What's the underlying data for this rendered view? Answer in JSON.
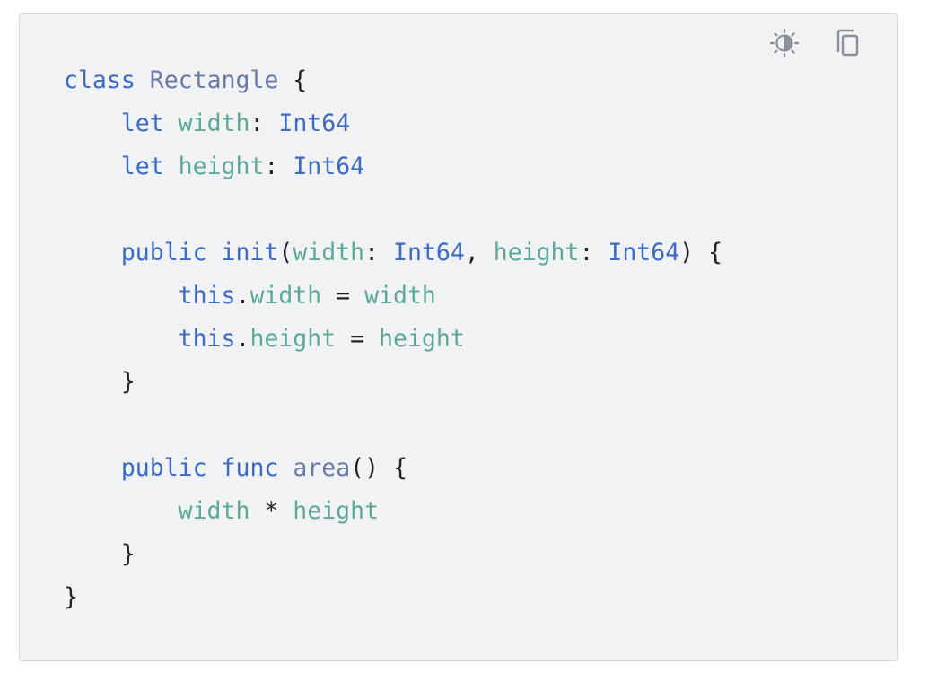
{
  "toolbar": {
    "theme_toggle_icon": "contrast-icon",
    "copy_icon": "copy-icon",
    "icon_color": "#8a8f98"
  },
  "colors": {
    "background": "#f1f2f4",
    "border": "#d4d6da",
    "keyword": "#3e6ac3",
    "class_name": "#6b7aa6",
    "identifier": "#5ea89a",
    "punctuation": "#1f2328"
  },
  "code": {
    "lines": [
      [
        {
          "t": "class",
          "k": "keyword"
        },
        {
          "t": " ",
          "k": "punct"
        },
        {
          "t": "Rectangle",
          "k": "class"
        },
        {
          "t": " {",
          "k": "punct"
        }
      ],
      [
        {
          "t": "    ",
          "k": "punct"
        },
        {
          "t": "let",
          "k": "keyword"
        },
        {
          "t": " ",
          "k": "punct"
        },
        {
          "t": "width",
          "k": "var"
        },
        {
          "t": ": ",
          "k": "punct"
        },
        {
          "t": "Int64",
          "k": "type"
        }
      ],
      [
        {
          "t": "    ",
          "k": "punct"
        },
        {
          "t": "let",
          "k": "keyword"
        },
        {
          "t": " ",
          "k": "punct"
        },
        {
          "t": "height",
          "k": "var"
        },
        {
          "t": ": ",
          "k": "punct"
        },
        {
          "t": "Int64",
          "k": "type"
        }
      ],
      [],
      [
        {
          "t": "    ",
          "k": "punct"
        },
        {
          "t": "public",
          "k": "keyword"
        },
        {
          "t": " ",
          "k": "punct"
        },
        {
          "t": "init",
          "k": "keyword"
        },
        {
          "t": "(",
          "k": "punct"
        },
        {
          "t": "width",
          "k": "var"
        },
        {
          "t": ": ",
          "k": "punct"
        },
        {
          "t": "Int64",
          "k": "type"
        },
        {
          "t": ", ",
          "k": "punct"
        },
        {
          "t": "height",
          "k": "var"
        },
        {
          "t": ": ",
          "k": "punct"
        },
        {
          "t": "Int64",
          "k": "type"
        },
        {
          "t": ") {",
          "k": "punct"
        }
      ],
      [
        {
          "t": "        ",
          "k": "punct"
        },
        {
          "t": "this",
          "k": "keyword"
        },
        {
          "t": ".",
          "k": "punct"
        },
        {
          "t": "width",
          "k": "var"
        },
        {
          "t": " = ",
          "k": "punct"
        },
        {
          "t": "width",
          "k": "var"
        }
      ],
      [
        {
          "t": "        ",
          "k": "punct"
        },
        {
          "t": "this",
          "k": "keyword"
        },
        {
          "t": ".",
          "k": "punct"
        },
        {
          "t": "height",
          "k": "var"
        },
        {
          "t": " = ",
          "k": "punct"
        },
        {
          "t": "height",
          "k": "var"
        }
      ],
      [
        {
          "t": "    }",
          "k": "punct"
        }
      ],
      [],
      [
        {
          "t": "    ",
          "k": "punct"
        },
        {
          "t": "public",
          "k": "keyword"
        },
        {
          "t": " ",
          "k": "punct"
        },
        {
          "t": "func",
          "k": "keyword"
        },
        {
          "t": " ",
          "k": "punct"
        },
        {
          "t": "area",
          "k": "func"
        },
        {
          "t": "() {",
          "k": "punct"
        }
      ],
      [
        {
          "t": "        ",
          "k": "punct"
        },
        {
          "t": "width",
          "k": "var"
        },
        {
          "t": " * ",
          "k": "punct"
        },
        {
          "t": "height",
          "k": "var"
        }
      ],
      [
        {
          "t": "    }",
          "k": "punct"
        }
      ],
      [
        {
          "t": "}",
          "k": "punct"
        }
      ]
    ]
  }
}
